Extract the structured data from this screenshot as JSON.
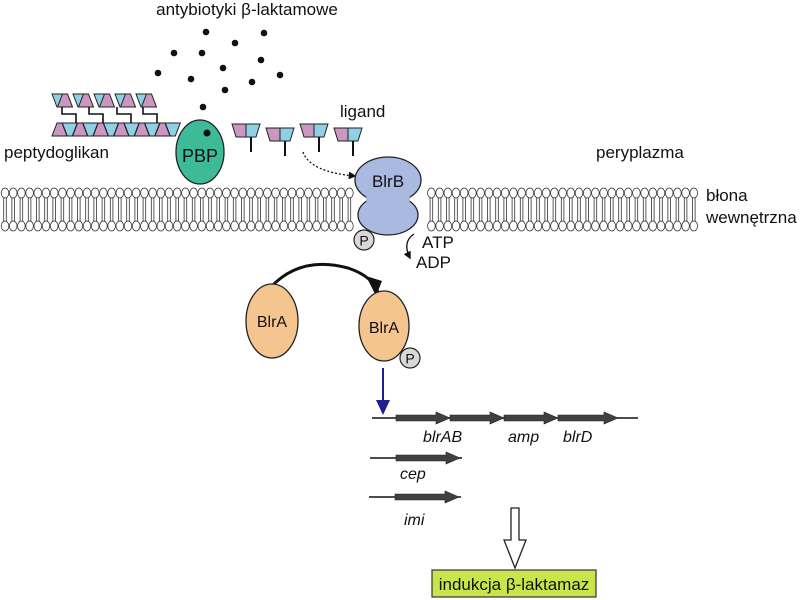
{
  "labels": {
    "antibiotics": "antybiotyki β-laktamowe",
    "peptidoglycan": "peptydoglikan",
    "pbp": "PBP",
    "ligand": "ligand",
    "periplasm": "peryplazma",
    "membrane_line1": "błona",
    "membrane_line2": "wewnętrzna",
    "blrb": "BlrB",
    "phospho": "P",
    "atp": "ATP",
    "adp": "ADP",
    "blra_left": "BlrA",
    "blra_right": "BlrA",
    "gene_blrab": "blrAB",
    "gene_amp": "amp",
    "gene_blrd": "blrD",
    "gene_cep": "cep",
    "gene_imi": "imi",
    "result": "indukcja β-laktamaz"
  },
  "colors": {
    "pink": "#c997c0",
    "blue": "#8fd0e4",
    "pbp": "#3dbb98",
    "blrb": "#a9b9e0",
    "blra": "#f5c58f",
    "phospho": "#d8d8d8",
    "result_box": "#c8e64b",
    "blue_arrow": "#1f1f8f",
    "gene_arrow": "#404040"
  }
}
